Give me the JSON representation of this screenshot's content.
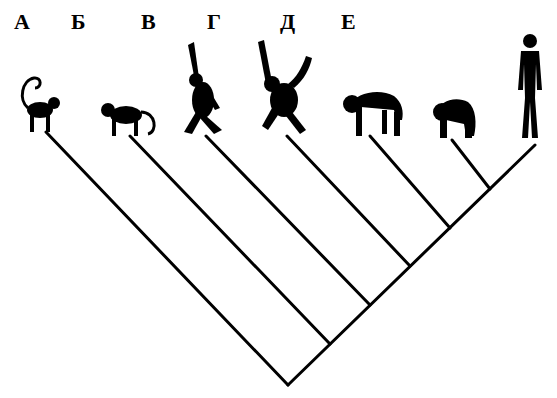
{
  "diagram": {
    "labels": [
      "А",
      "Б",
      "В",
      "Г",
      "Д",
      "Е"
    ]
  }
}
